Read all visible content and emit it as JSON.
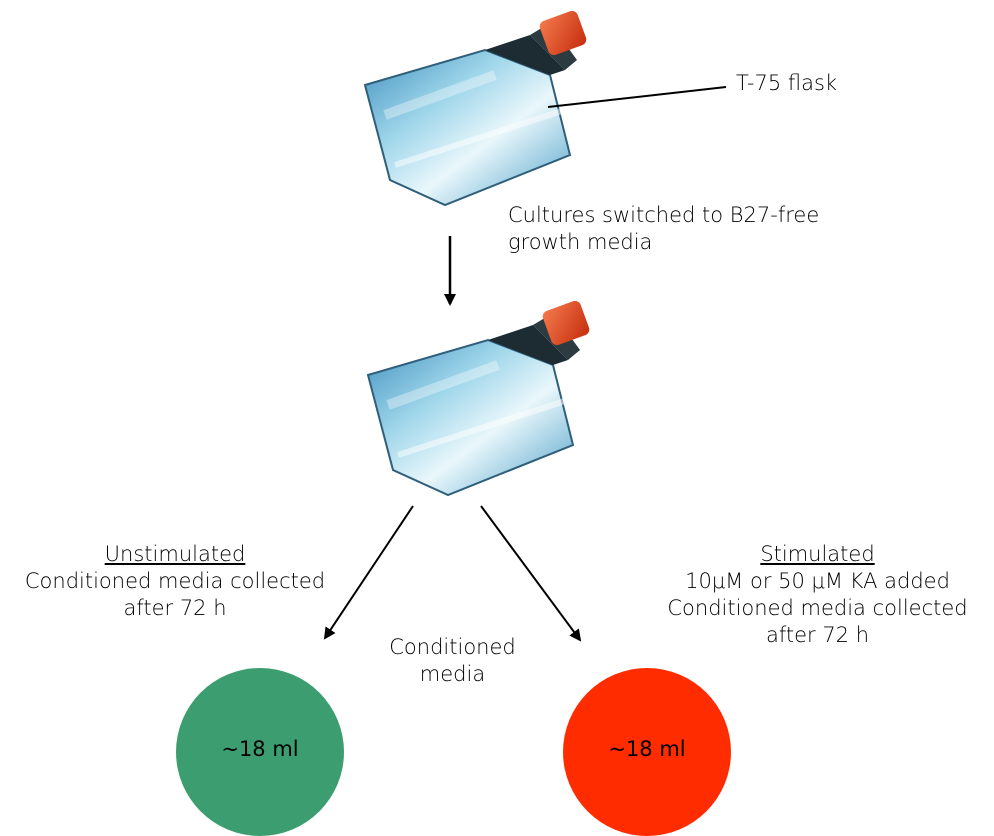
{
  "flask_label": "T-75 flask",
  "switch_caption_line1": "Cultures switched to B27-free",
  "switch_caption_line2": "growth media",
  "unstimulated": {
    "title": "Unstimulated",
    "line1": "Conditioned media collected",
    "line2": "after 72 h"
  },
  "stimulated": {
    "title": "Stimulated",
    "line1": "10μM or 50 μM KA added",
    "line2": "Conditioned media collected",
    "line3": "after 72 h"
  },
  "conditioned_label_line1": "Conditioned",
  "conditioned_label_line2": "media",
  "left_circle": {
    "label": "~18 ml",
    "color": "#3c9e70"
  },
  "right_circle": {
    "label": "~18 ml",
    "color": "#ff2c00"
  },
  "colors": {
    "flask_cap": "#e2421c",
    "flask_body": "#7fc3e0",
    "flask_dark": "#1d2b33"
  }
}
